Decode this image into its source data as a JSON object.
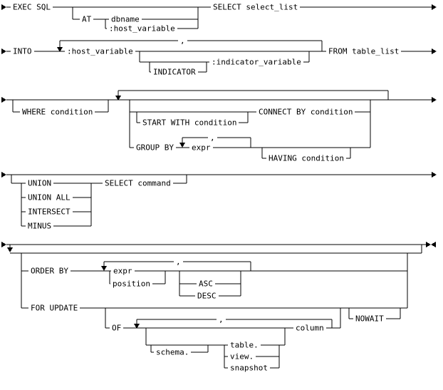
{
  "colors": {
    "ink": "#000000",
    "background": "#ffffff"
  },
  "diagram": {
    "type": "railroad-syntax",
    "rows": [
      {
        "labels": {
          "exec_sql": "EXEC SQL",
          "at": "AT",
          "dbname": "dbname",
          "host_variable": ":host_variable",
          "select_list": "SELECT select_list"
        }
      },
      {
        "labels": {
          "into": "INTO",
          "host_variable": ":host_variable",
          "comma": ",",
          "indicator": "INDICATOR",
          "indicator_variable": ":indicator_variable",
          "from_table_list": "FROM table_list"
        }
      },
      {
        "labels": {
          "where_condition": "WHERE condition",
          "start_with_condition": "START WITH condition",
          "connect_by_condition": "CONNECT BY condition",
          "group_by": "GROUP BY",
          "expr": "expr",
          "comma": ",",
          "having_condition": "HAVING condition"
        }
      },
      {
        "labels": {
          "union": "UNION",
          "union_all": "UNION ALL",
          "intersect": "INTERSECT",
          "minus": "MINUS",
          "select_command": "SELECT command"
        }
      },
      {
        "labels": {
          "order_by": "ORDER BY",
          "expr": "expr",
          "position": "position",
          "comma_1": ",",
          "asc": "ASC",
          "desc": "DESC",
          "for_update": "FOR UPDATE",
          "of": "OF",
          "comma_2": ",",
          "column": "column",
          "schema": "schema.",
          "table": "table.",
          "view": "view.",
          "snapshot": "snapshot",
          "nowait": "NOWAIT"
        }
      }
    ]
  }
}
